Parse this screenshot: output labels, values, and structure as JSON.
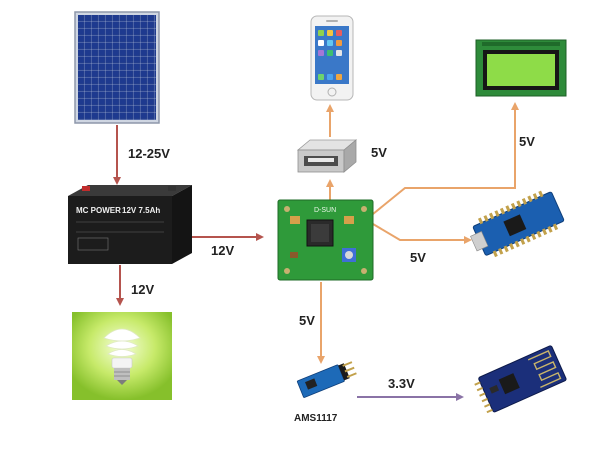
{
  "labels": {
    "solar_to_battery": "12-25V",
    "battery_to_converter": "12V",
    "battery_to_bulb": "12V",
    "converter_to_usb": "5V",
    "converter_to_lcd": "5V",
    "converter_to_nano": "5V",
    "converter_to_regulator": "5V",
    "regulator_to_esp": "3.3V",
    "regulator_name": "AMS1117"
  },
  "battery": {
    "brand": "MC POWER",
    "rating": "12V 7.5Ah"
  },
  "converter": {
    "brand": "D-SUN"
  },
  "colors": {
    "red_arrow": "#b5544e",
    "orange_arrow": "#e9a46a",
    "purple_arrow": "#8a73a6",
    "lcd_screen": "#8edc48",
    "pcb_green": "#2f9a3a",
    "nano_blue": "#1b5fb0"
  }
}
